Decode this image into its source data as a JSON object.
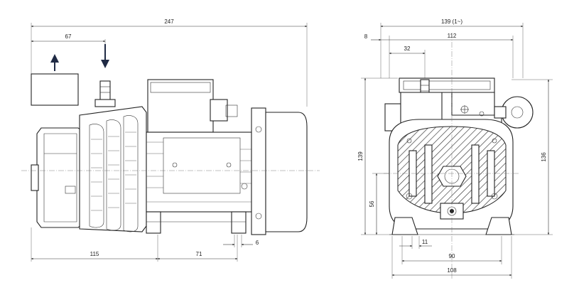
{
  "side_view": {
    "dimensions": {
      "overall_length": "247",
      "inlet_offset": "67",
      "foot_offset": "115",
      "foot_spacing": "71",
      "foot_slot": "6"
    }
  },
  "end_view": {
    "dimensions": {
      "overall_width": "139 (1~)",
      "flange_offset": "8",
      "top_width": "112",
      "port_offset": "32",
      "overall_height": "139",
      "height_right": "136",
      "axis_height": "56",
      "foot_slot": "11",
      "foot_spacing": "90",
      "base_width": "108"
    }
  }
}
